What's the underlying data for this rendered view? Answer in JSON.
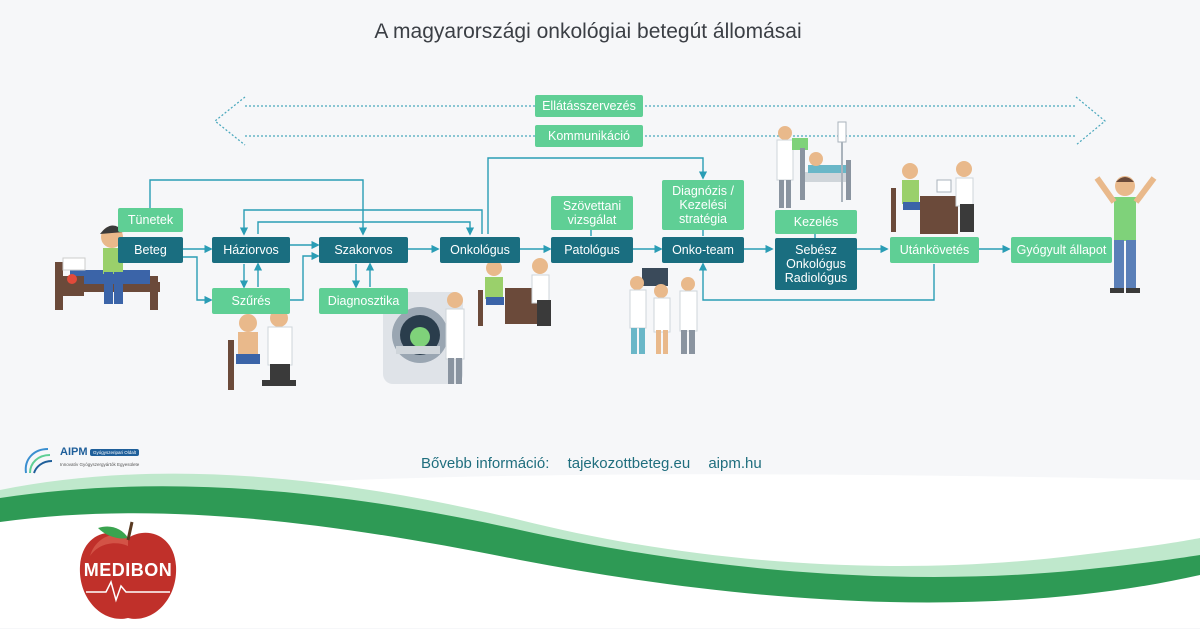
{
  "title": "A magyarországi onkológiai betegút állomásai",
  "banner": {
    "top": "Ellátásszervezés",
    "bottom": "Kommunikáció"
  },
  "nodes": {
    "tunetek": "Tünetek",
    "beteg": "Beteg",
    "haziorvos": "Háziorvos",
    "szures": "Szűrés",
    "szakorvos": "Szakorvos",
    "diagnosztika": "Diagnosztika",
    "onkologus": "Onkológus",
    "szovettani": "Szövettani vizsgálat",
    "patologus": "Patológus",
    "diagnozis": "Diagnózis / Kezelési stratégia",
    "onkoteam": "Onko-team",
    "kezeles": "Kezelés",
    "sebesz": "Sebész Onkológus Radiológus",
    "utankovetes": "Utánkövetés",
    "gyogyult": "Gyógyult állapot"
  },
  "footer": {
    "label": "Bővebb információ:",
    "link1": "tajekozottbeteg.eu",
    "link2": "aipm.hu"
  },
  "aipm_logo": {
    "name": "AIPM",
    "badge": "Gyógyszeripari Oldalt",
    "subtitle": "Innovatív Gyógyszergyártók Egyesülete"
  },
  "medibon_logo": {
    "name": "MEDIBON"
  },
  "colors": {
    "teal": "#1a6e80",
    "green": "#5fcf95",
    "arrow": "#2a9db5",
    "wave": "#2e9a55"
  }
}
